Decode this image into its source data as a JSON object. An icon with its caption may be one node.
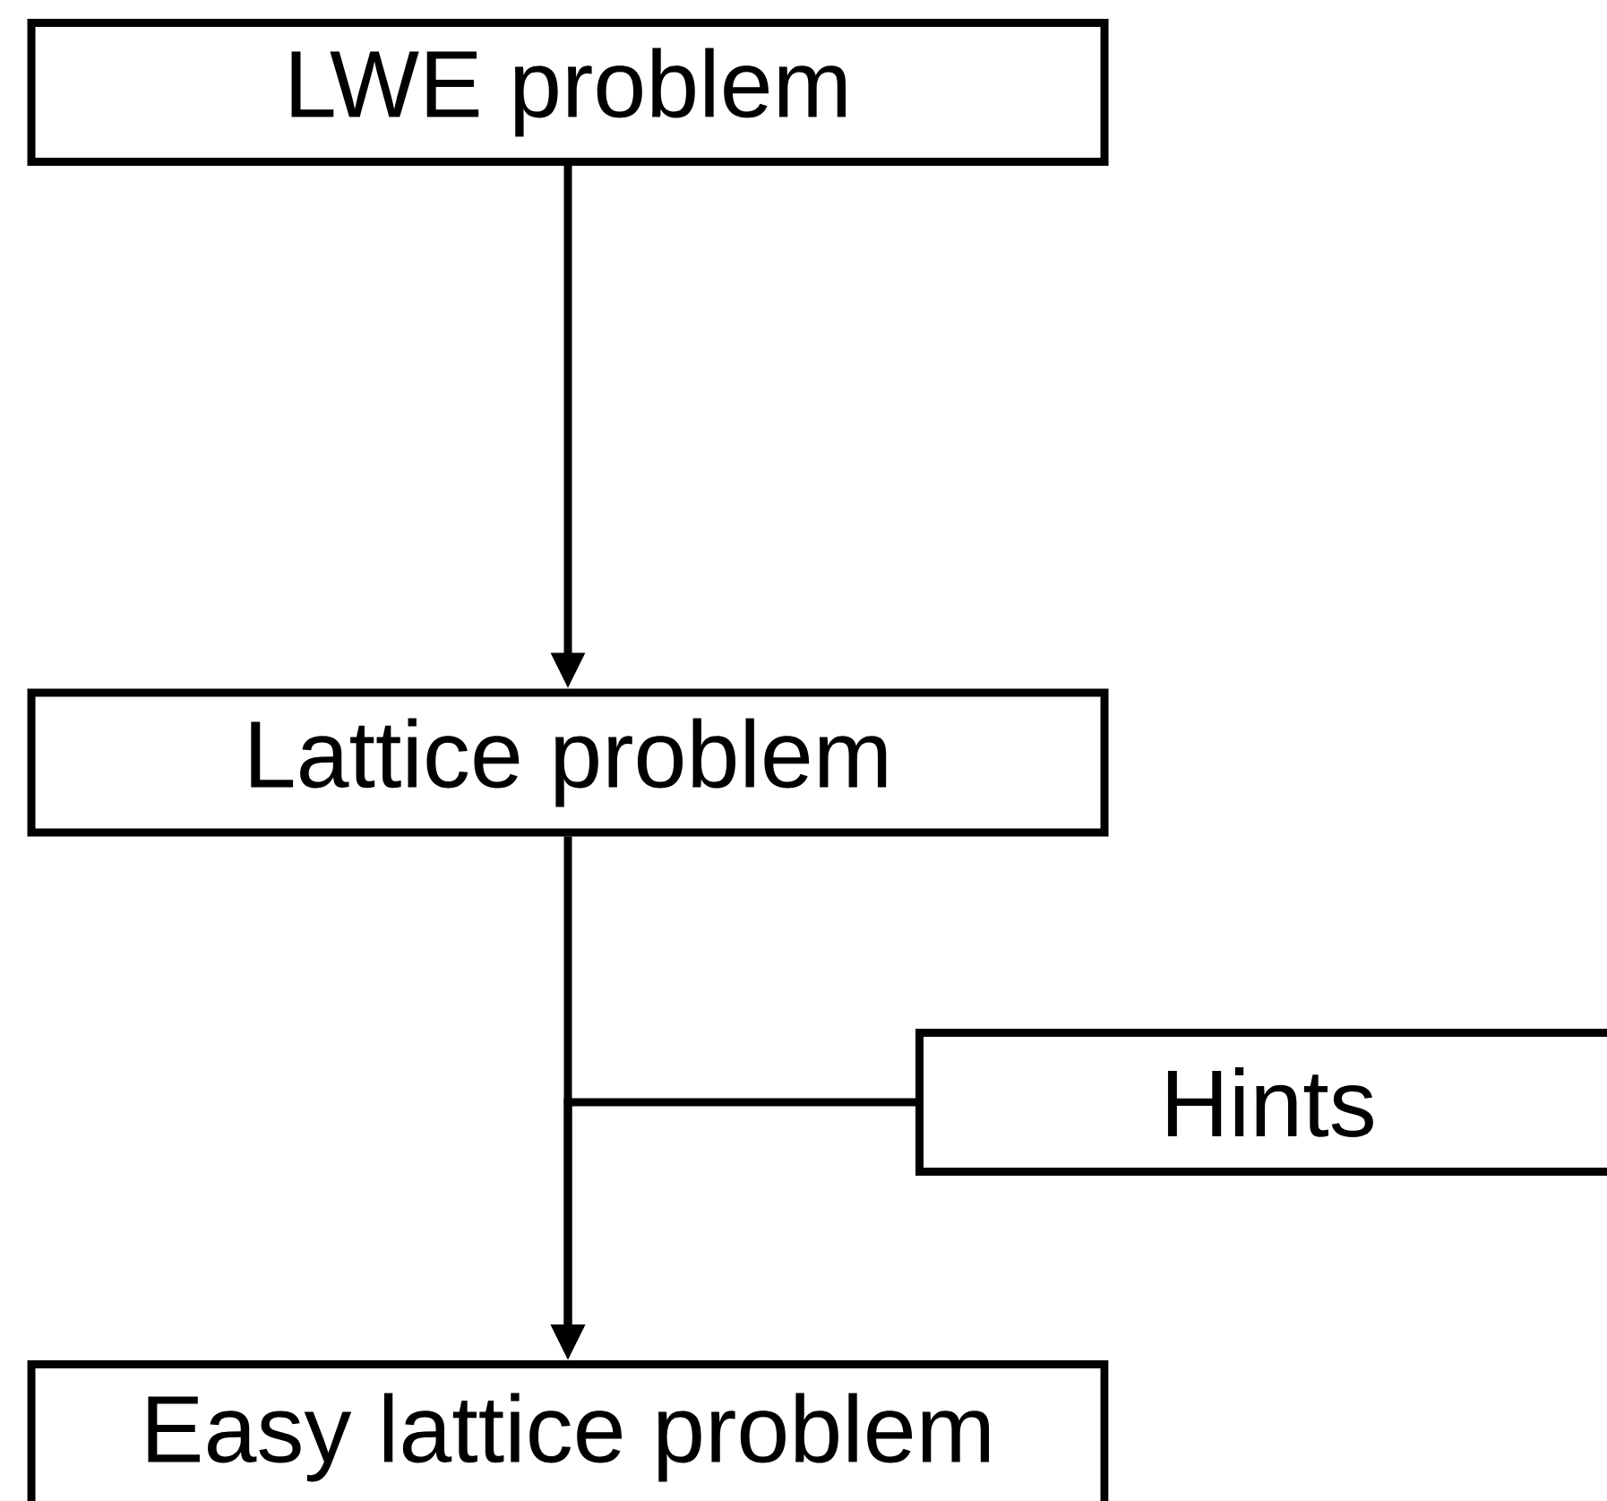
{
  "diagram": {
    "nodes": [
      {
        "text": [
          "LWE problem"
        ]
      },
      {
        "text": [
          "Lattice problem"
        ]
      },
      {
        "text": [
          "Easy lattice problem"
        ]
      },
      {
        "text": [
          "Hints"
        ]
      }
    ],
    "edges": [
      {
        "from": 0,
        "to": 1,
        "arrow": "to"
      },
      {
        "from": 1,
        "to": 2,
        "arrow": "to"
      },
      {
        "from": 3,
        "to": 2,
        "arrow": "to"
      }
    ]
  }
}
